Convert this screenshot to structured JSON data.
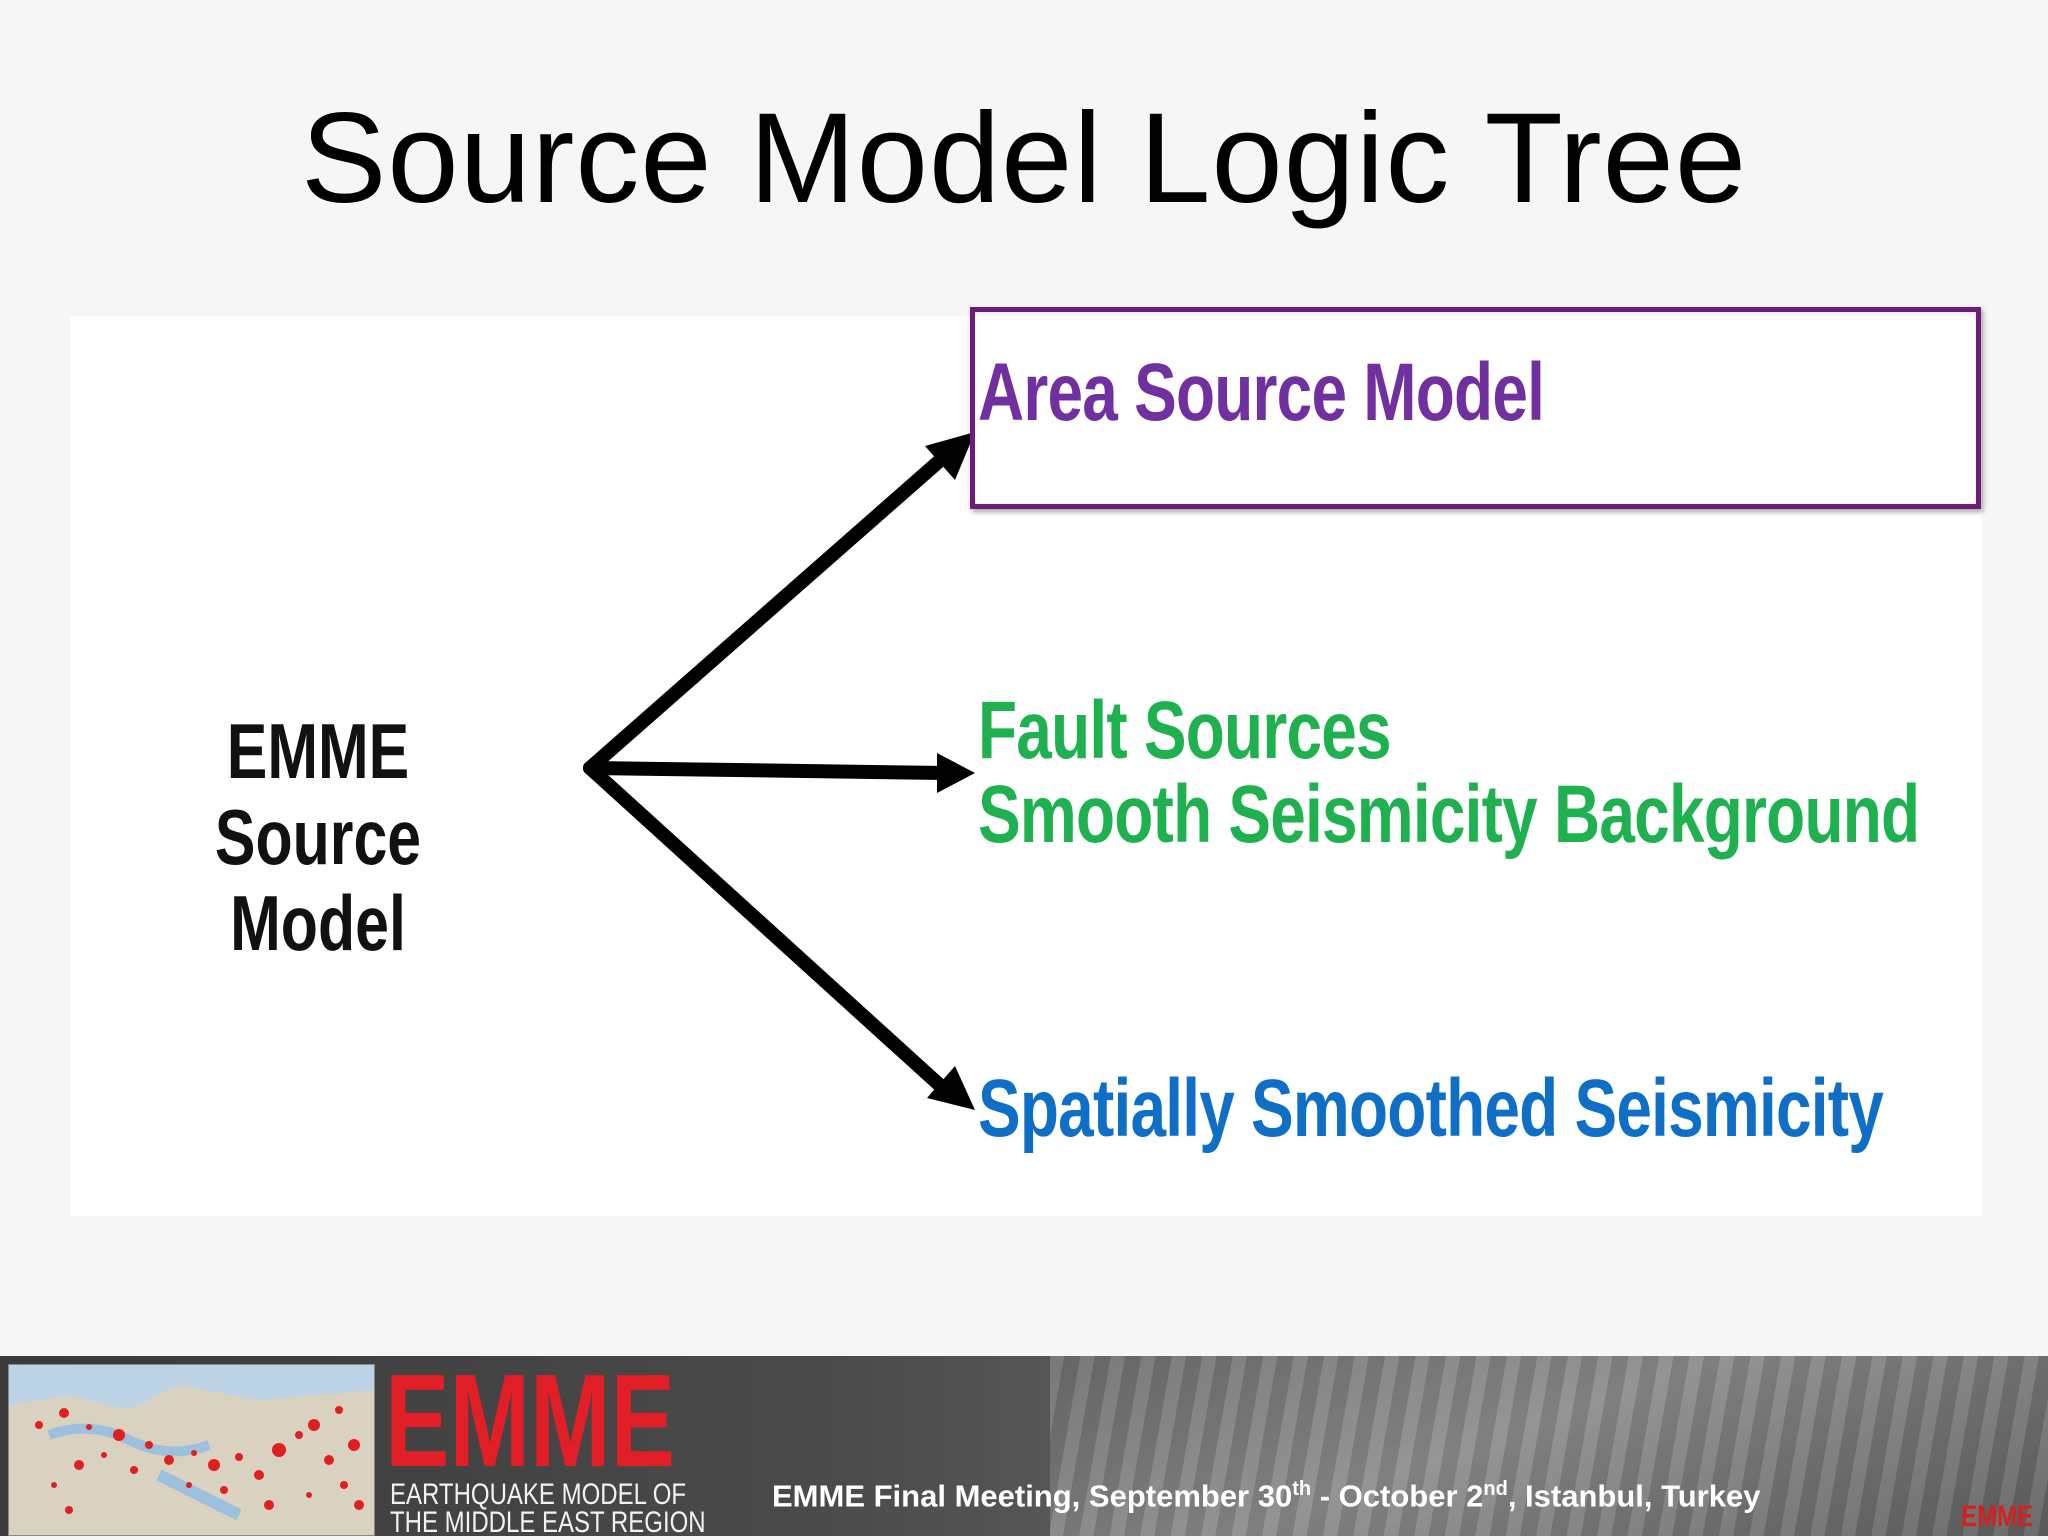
{
  "slide": {
    "title": "Source Model Logic Tree"
  },
  "tree": {
    "root_line1": "EMME",
    "root_line2": "Source Model",
    "branches": {
      "area": "Area Source Model",
      "fault_line1": "Fault Sources",
      "fault_line2": "Smooth Seismicity Background",
      "spatial": "Spatially Smoothed Seismicity"
    },
    "colors": {
      "area": "#7030a0",
      "fault": "#1fb14f",
      "spatial": "#0f6fc6",
      "highlight_border": "#6d1c7e"
    }
  },
  "footer": {
    "logo_text": "EMME",
    "logo_sub1": "EARTHQUAKE MODEL OF",
    "logo_sub2": "THE MIDDLE EAST REGION",
    "caption_part1": "EMME Final Meeting, September 30",
    "caption_sup1": "th",
    "caption_part2": " - October 2",
    "caption_sup2": "nd",
    "caption_part3": ", Istanbul, Turkey",
    "corner_mark": "EMME",
    "logo_color": "#e21e26"
  }
}
